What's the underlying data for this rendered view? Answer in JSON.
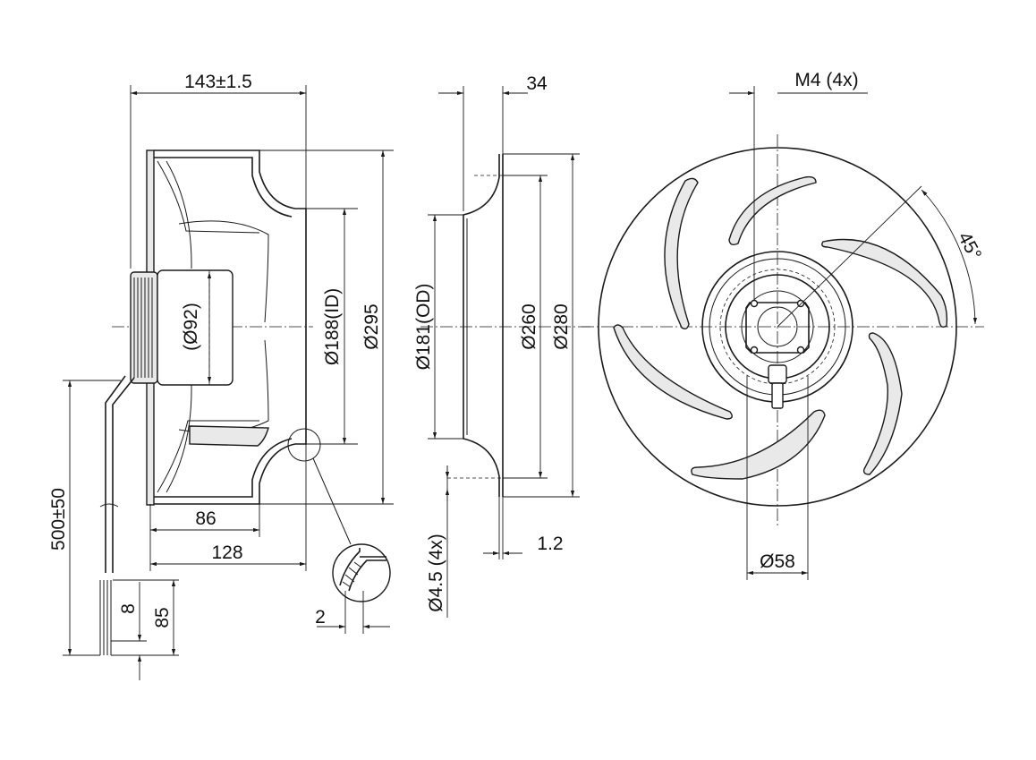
{
  "drawing": {
    "side_view": {
      "width_overall": "143±1.5",
      "dia_inlet_id": "Ø188(ID)",
      "dia_outer": "Ø295",
      "dia_motor": "(Ø92)",
      "depth_86": "86",
      "depth_128": "128",
      "cable_length": "500±50",
      "strip_8": "8",
      "strip_85": "85",
      "detail_2": "2"
    },
    "inlet_ring_view": {
      "thickness_34": "34",
      "dia_od": "Ø181(OD)",
      "dia_260": "Ø260",
      "dia_280": "Ø280",
      "mount_holes": "Ø4.5 (4x)",
      "sheet_1_2": "1.2"
    },
    "front_view": {
      "thread": "M4 (4x)",
      "angle": "45°",
      "dia_58": "Ø58"
    }
  }
}
